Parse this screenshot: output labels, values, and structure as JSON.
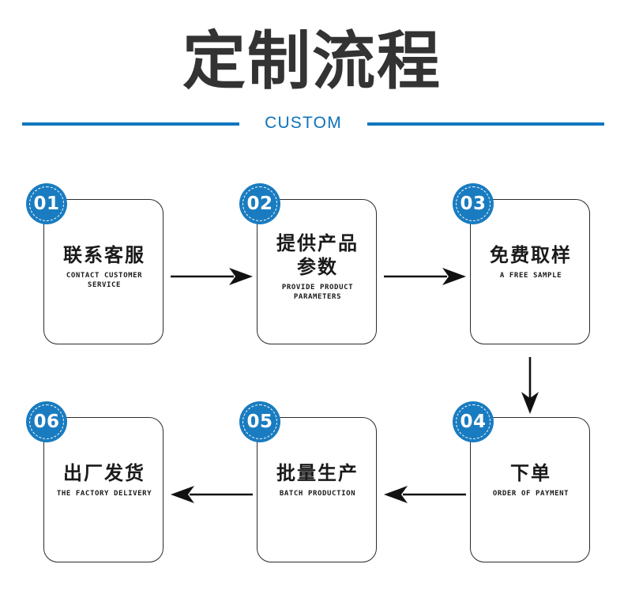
{
  "header": {
    "title": "定制流程",
    "subtitle": "CUSTOM",
    "accent_color": "#0F76C0",
    "title_color": "#333333"
  },
  "flow": {
    "badge_color": "#1A7CC0",
    "box_border_color": "#2b2b2b",
    "steps": [
      {
        "number": "01",
        "title_cn": "联系客服",
        "title_en": "CONTACT CUSTOMER SERVICE",
        "lines": 1
      },
      {
        "number": "02",
        "title_cn": "提供产品\n参数",
        "title_en": "PROVIDE PRODUCT PARAMETERS",
        "lines": 2
      },
      {
        "number": "03",
        "title_cn": "免费取样",
        "title_en": "A FREE SAMPLE",
        "lines": 1
      },
      {
        "number": "04",
        "title_cn": "下单",
        "title_en": "ORDER OF PAYMENT",
        "lines": 1
      },
      {
        "number": "05",
        "title_cn": "批量生产",
        "title_en": "BATCH PRODUCTION",
        "lines": 1
      },
      {
        "number": "06",
        "title_cn": "出厂发货",
        "title_en": "THE FACTORY DELIVERY",
        "lines": 1
      }
    ],
    "connectors": [
      {
        "name": "arrow-step1-to-step2",
        "direction": "right"
      },
      {
        "name": "arrow-step2-to-step3",
        "direction": "right"
      },
      {
        "name": "arrow-step3-to-step4",
        "direction": "down"
      },
      {
        "name": "arrow-step4-to-step5",
        "direction": "left"
      },
      {
        "name": "arrow-step5-to-step6",
        "direction": "left"
      }
    ]
  }
}
